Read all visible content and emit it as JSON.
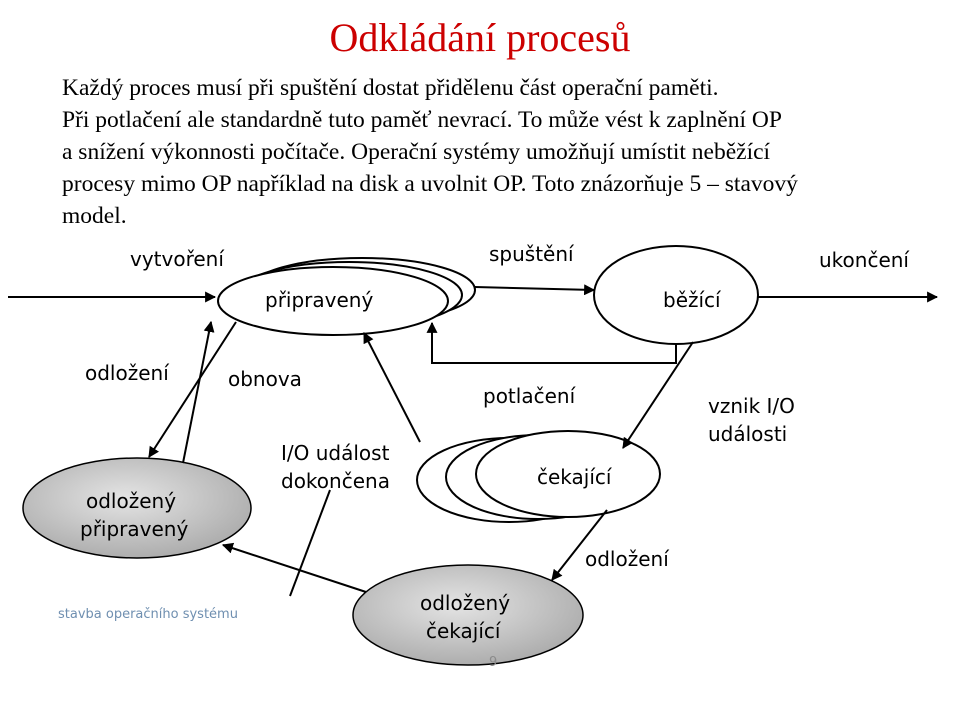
{
  "title": "Odkládání procesů",
  "paragraph_lines": [
    "Každý proces musí při spuštění dostat přidělenu část operační paměti.",
    "Při potlačení ale standardně tuto paměť nevrací. To může vést k zaplnění OP",
    "a snížení výkonnosti počítače. Operační systémy umožňují umístit neběžící",
    "procesy mimo OP například na disk a uvolnit OP. Toto znázorňuje 5 – stavový",
    "model."
  ],
  "diagram": {
    "states": {
      "ready": "připravený",
      "running": "běžící",
      "waiting": "čekající",
      "suspended_ready_line1": "odložený",
      "suspended_ready_line2": "připravený",
      "suspended_waiting_line1": "odložený",
      "suspended_waiting_line2": "čekající"
    },
    "transitions": {
      "create": "vytvoření",
      "dispatch": "spuštění",
      "terminate": "ukončení",
      "suspend_ready": "odložení",
      "resume": "obnova",
      "io_done_line1": "I/O událost",
      "io_done_line2": "dokončena",
      "preempt": "potlačení",
      "io_wait_line1": "vznik I/O",
      "io_wait_line2": "události",
      "suspend_waiting": "odložení"
    }
  },
  "footer": "stavba operačního systému",
  "page_number": "9",
  "colors": {
    "title": "#cc0000",
    "suspended_fill": "#c8c8c8",
    "footer": "#6f8fb0"
  }
}
